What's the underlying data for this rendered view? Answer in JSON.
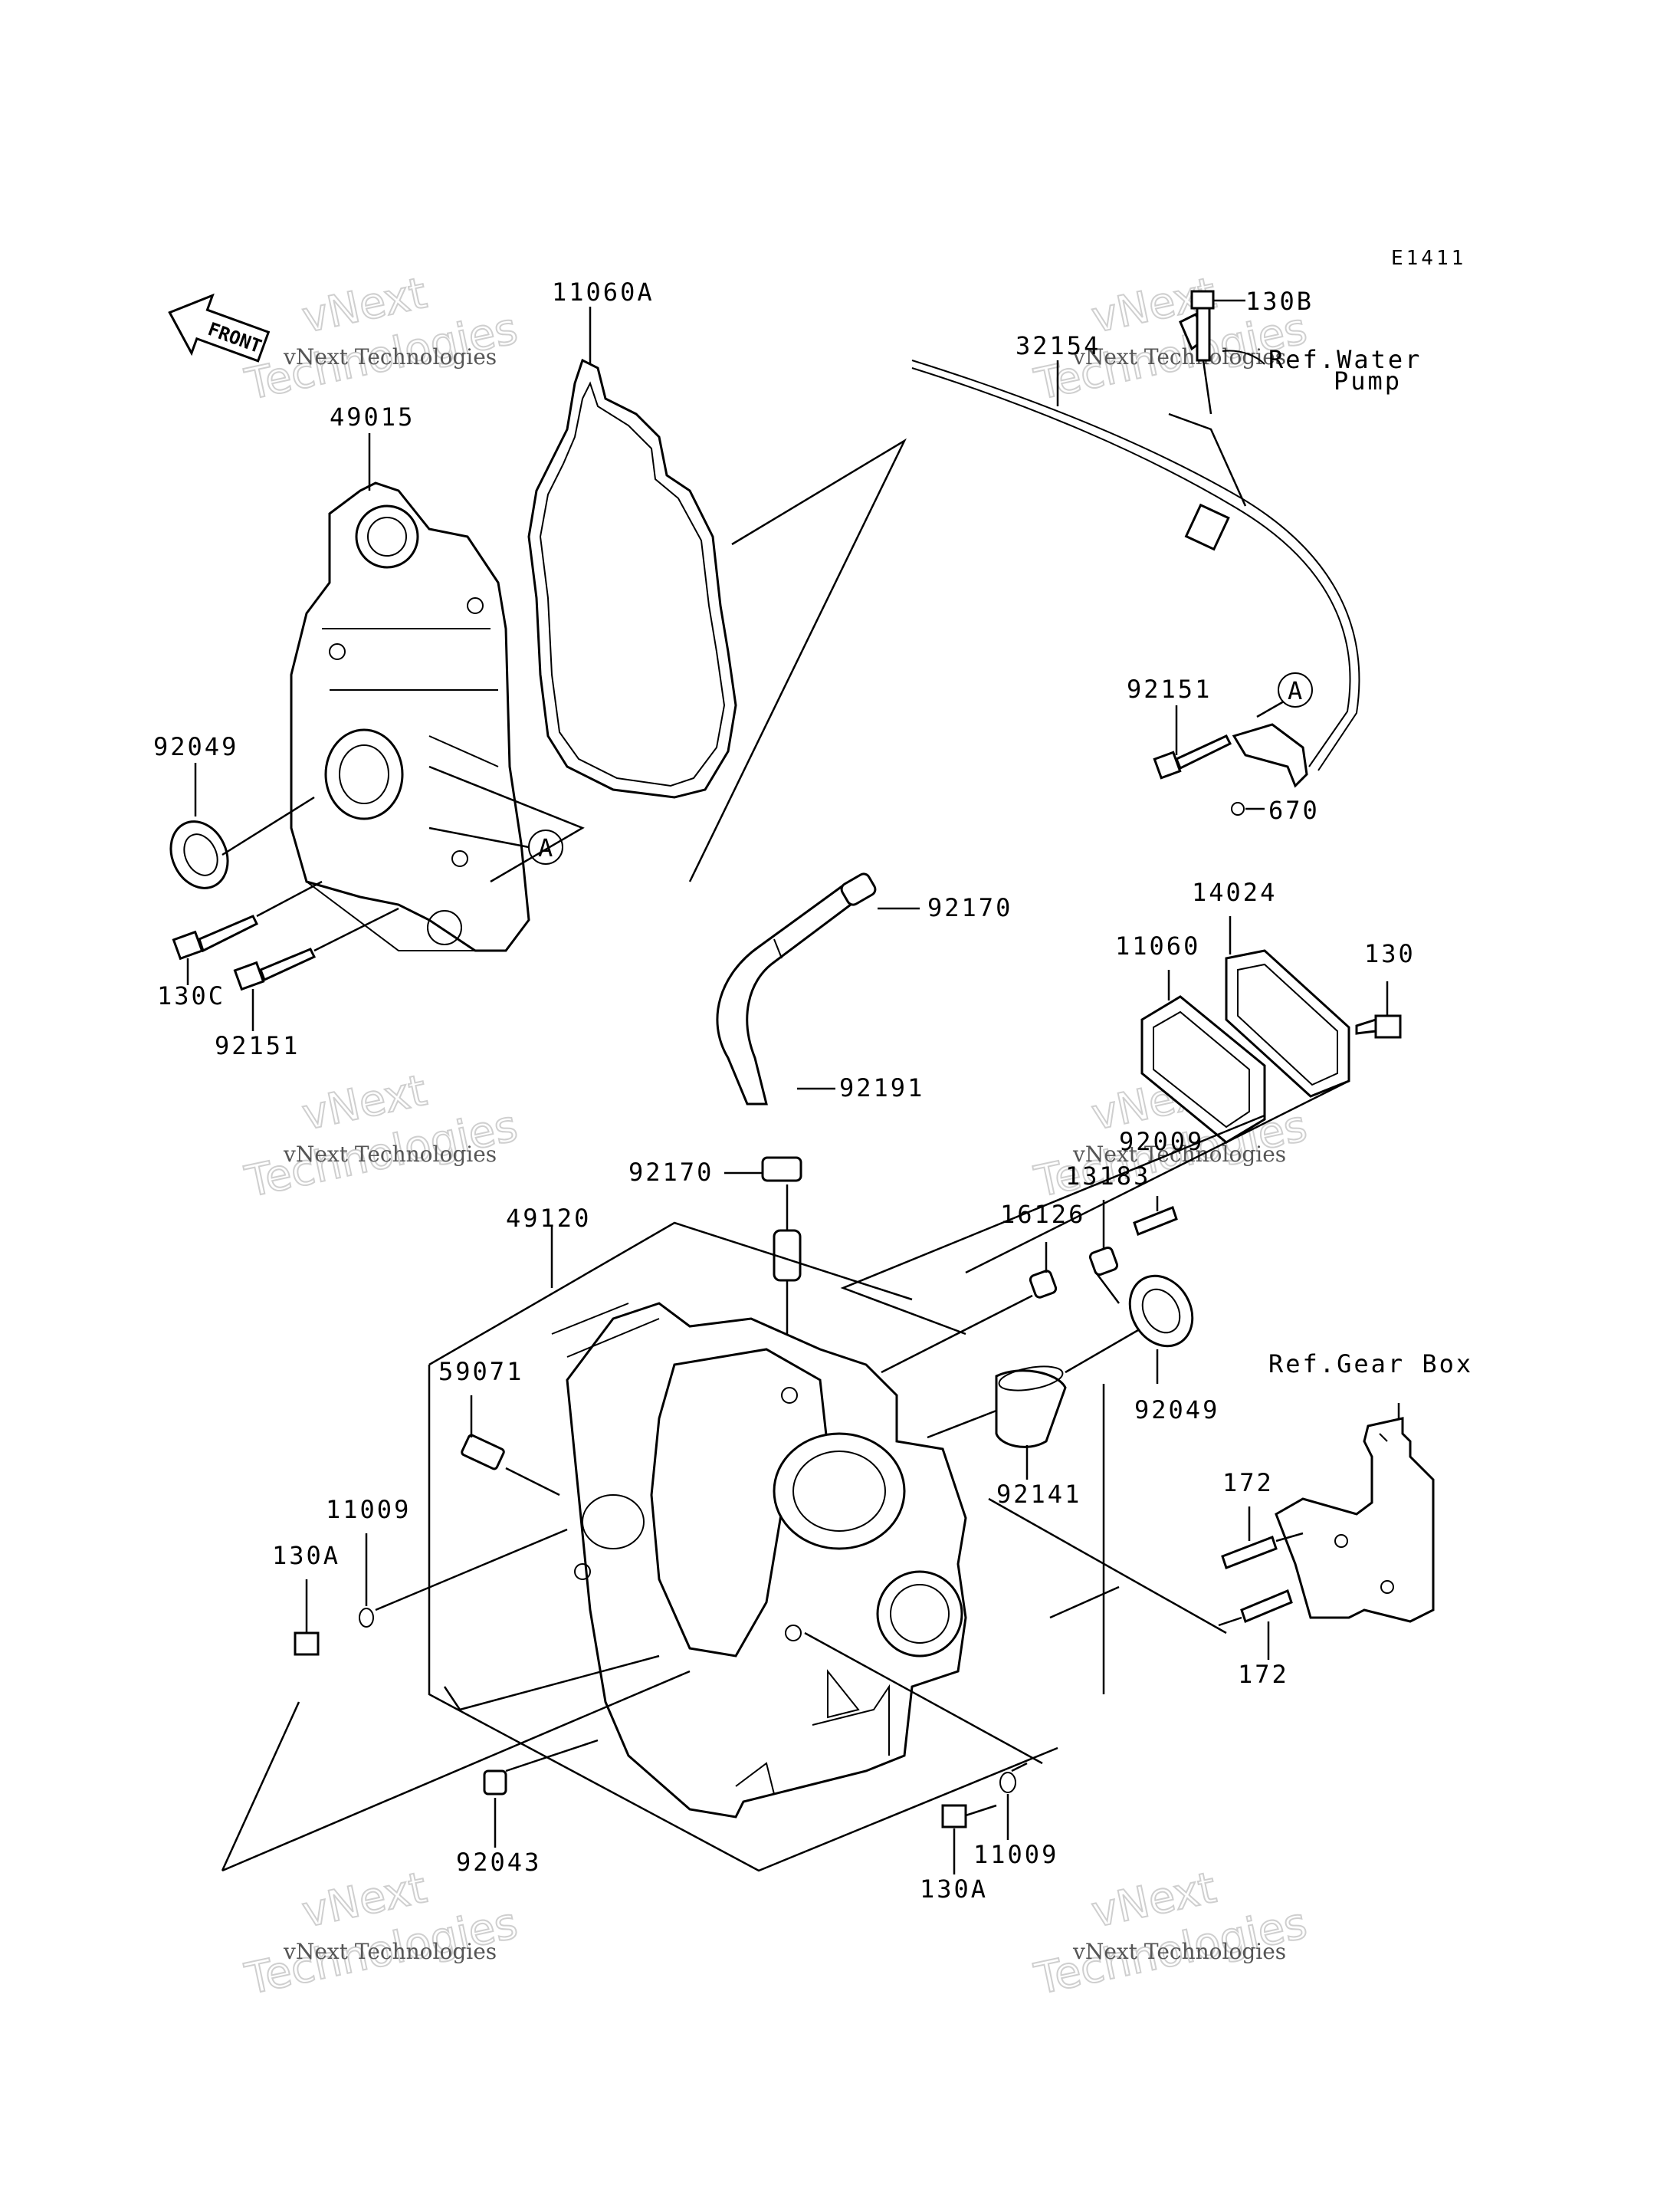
{
  "diagram_code": "E1411",
  "front_label": "FRONT",
  "watermark": {
    "line1": "vNext Technologies",
    "line2": "vNext",
    "line3": "Technologies"
  },
  "callouts": {
    "c11060A": "11060A",
    "c49015": "49015",
    "c92049_left": "92049",
    "c130C": "130C",
    "c92151_left": "92151",
    "cA_left": "A",
    "c130B": "130B",
    "c32154": "32154",
    "ref_water_1": "Ref.Water",
    "ref_water_2": "Pump",
    "c92151_right": "92151",
    "cA_right": "A",
    "c670": "670",
    "c92170_top": "92170",
    "c92191": "92191",
    "c92170_mid": "92170",
    "c14024": "14024",
    "c11060": "11060",
    "c130": "130",
    "c92009": "92009",
    "c13183": "13183",
    "c16126": "16126",
    "c49120": "49120",
    "c59071": "59071",
    "c11009_left": "11009",
    "c130A_left": "130A",
    "c92049_right": "92049",
    "c92141": "92141",
    "ref_gearbox": "Ref.Gear Box",
    "c172_top": "172",
    "c172_bottom": "172",
    "c92043": "92043",
    "c130A_bottom": "130A",
    "c11009_bottom": "11009"
  }
}
